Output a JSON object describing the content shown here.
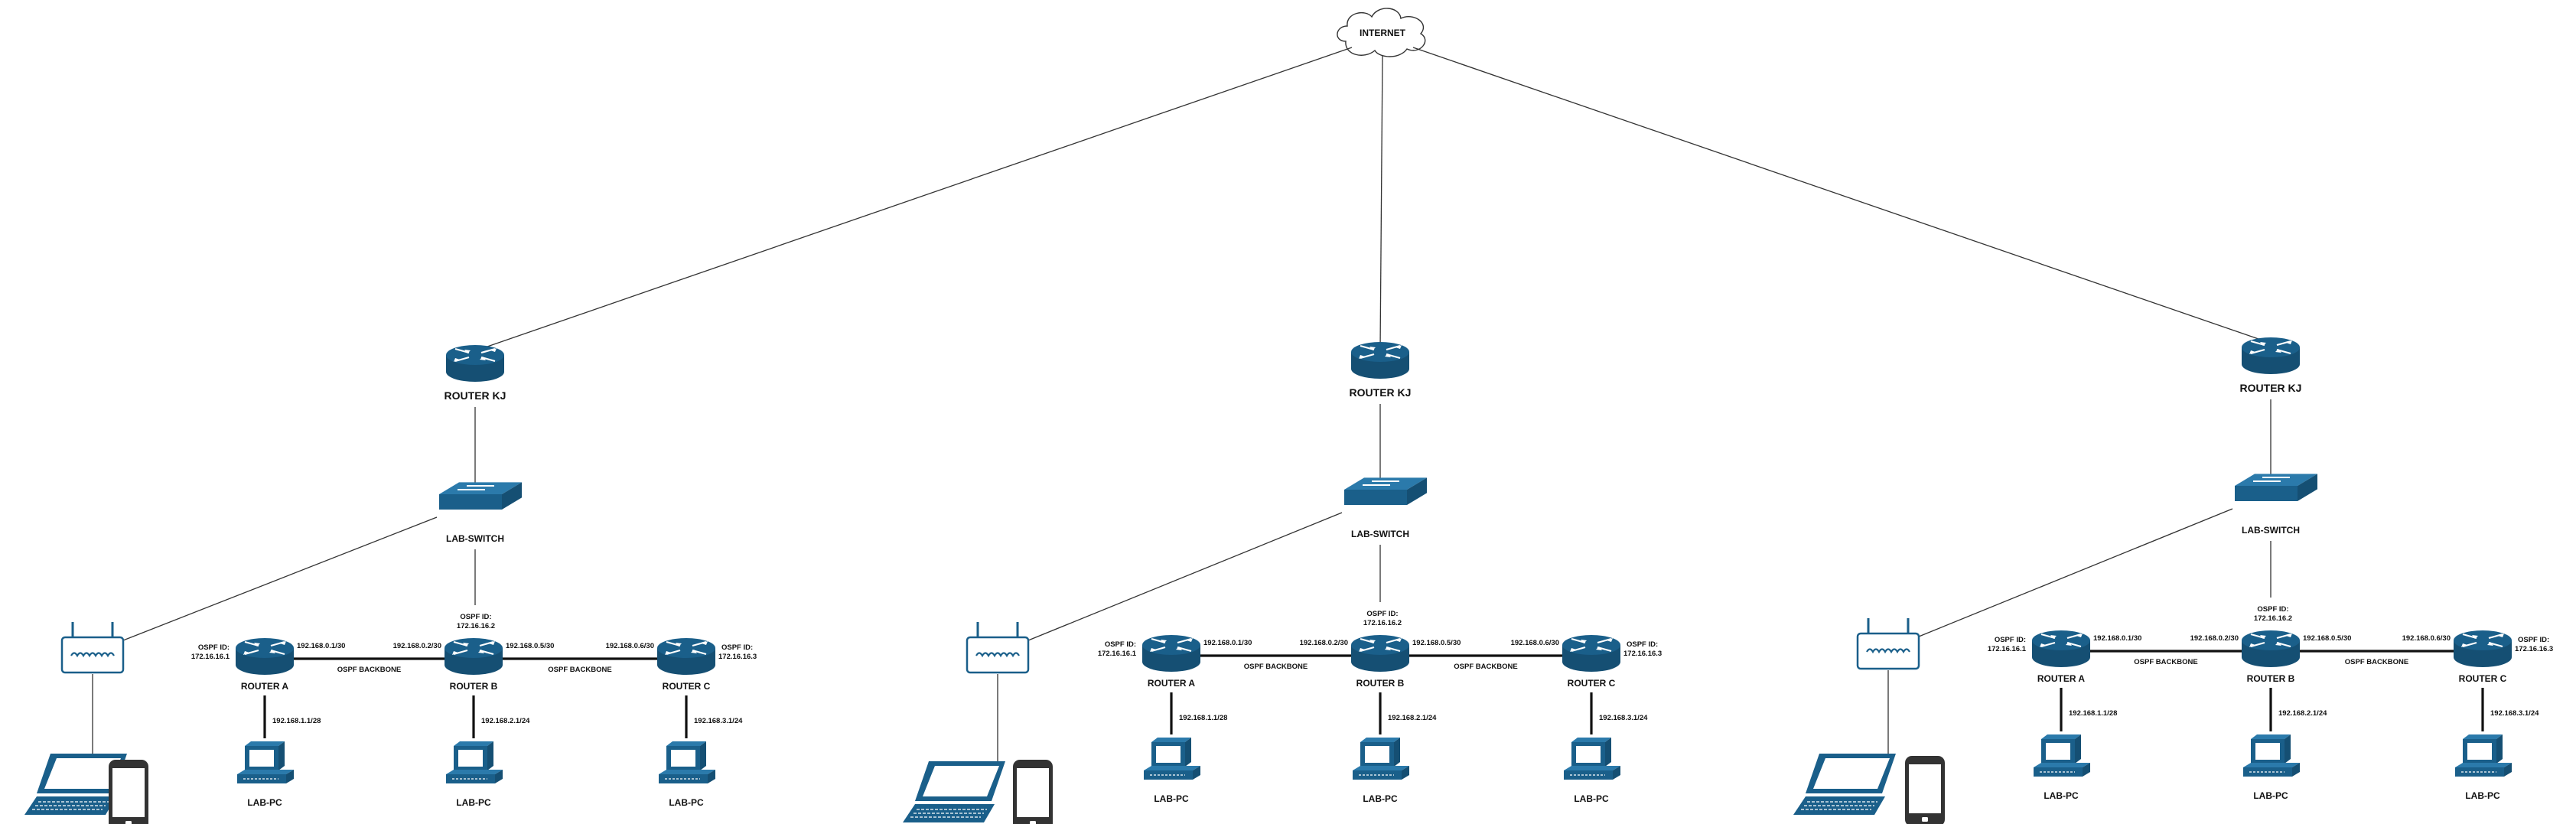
{
  "internet": {
    "label": "INTERNET"
  },
  "sites": [
    {
      "router_kj": "ROUTER KJ",
      "switch": "LAB-SWITCH",
      "routers": [
        {
          "name": "ROUTER A",
          "ospf": [
            "OSPF ID:",
            "172.16.16.1"
          ],
          "lan": "192.168.1.1/28",
          "pc": "LAB-PC"
        },
        {
          "name": "ROUTER B",
          "ospf": [
            "OSPF ID:",
            "172.16.16.2"
          ],
          "lan": "192.168.2.1/24",
          "pc": "LAB-PC"
        },
        {
          "name": "ROUTER C",
          "ospf": [
            "OSPF ID:",
            "172.16.16.3"
          ],
          "lan": "192.168.3.1/24",
          "pc": "LAB-PC"
        }
      ],
      "links": [
        {
          "left": "192.168.0.1/30",
          "right": "192.168.0.2/30",
          "label": "OSPF BACKBONE"
        },
        {
          "left": "192.168.0.5/30",
          "right": "192.168.0.6/30",
          "label": "OSPF BACKBONE"
        }
      ]
    },
    {
      "router_kj": "ROUTER KJ",
      "switch": "LAB-SWITCH",
      "routers": [
        {
          "name": "ROUTER A",
          "ospf": [
            "OSPF ID:",
            "172.16.16.1"
          ],
          "lan": "192.168.1.1/28",
          "pc": "LAB-PC"
        },
        {
          "name": "ROUTER B",
          "ospf": [
            "OSPF ID:",
            "172.16.16.2"
          ],
          "lan": "192.168.2.1/24",
          "pc": "LAB-PC"
        },
        {
          "name": "ROUTER C",
          "ospf": [
            "OSPF ID:",
            "172.16.16.3"
          ],
          "lan": "192.168.3.1/24",
          "pc": "LAB-PC"
        }
      ],
      "links": [
        {
          "left": "192.168.0.1/30",
          "right": "192.168.0.2/30",
          "label": "OSPF BACKBONE"
        },
        {
          "left": "192.168.0.5/30",
          "right": "192.168.0.6/30",
          "label": "OSPF BACKBONE"
        }
      ]
    },
    {
      "router_kj": "ROUTER KJ",
      "switch": "LAB-SWITCH",
      "routers": [
        {
          "name": "ROUTER A",
          "ospf": [
            "OSPF ID:",
            "172.16.16.1"
          ],
          "lan": "192.168.1.1/28",
          "pc": "LAB-PC"
        },
        {
          "name": "ROUTER B",
          "ospf": [
            "OSPF ID:",
            "172.16.16.2"
          ],
          "lan": "192.168.2.1/24",
          "pc": "LAB-PC"
        },
        {
          "name": "ROUTER C",
          "ospf": [
            "OSPF ID:",
            "172.16.16.3"
          ],
          "lan": "192.168.3.1/24",
          "pc": "LAB-PC"
        }
      ],
      "links": [
        {
          "left": "192.168.0.1/30",
          "right": "192.168.0.2/30",
          "label": "OSPF BACKBONE"
        },
        {
          "left": "192.168.0.5/30",
          "right": "192.168.0.6/30",
          "label": "OSPF BACKBONE"
        }
      ]
    }
  ],
  "colors": {
    "device": "#1a5f8a",
    "wire": "#333333",
    "phone": "#333333"
  },
  "icons": [
    "cloud-icon",
    "router-icon",
    "switch-icon",
    "wireless-ap-icon",
    "laptop-icon",
    "smartphone-icon",
    "desktop-pc-icon"
  ]
}
